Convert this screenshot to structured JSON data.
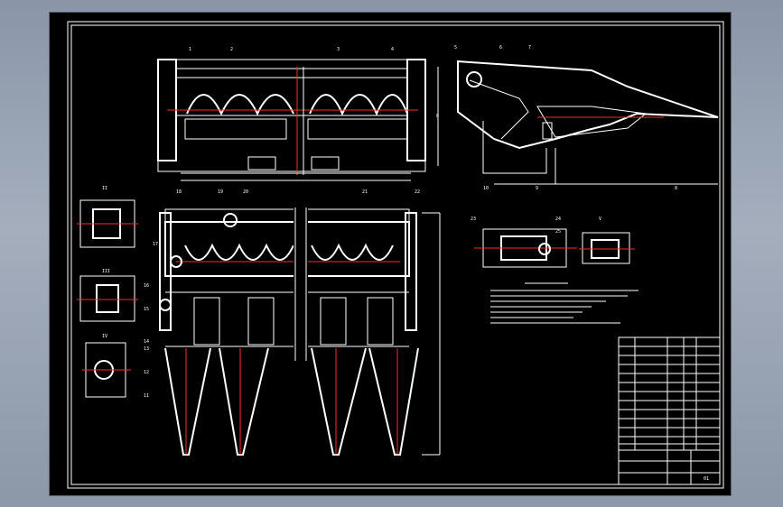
{
  "sheet": {
    "frame_color": "#ffffff",
    "paper_color": "#000000",
    "centerline_color": "#ff2a2a",
    "background_color": "#9aa5b5"
  },
  "front_view": {
    "callouts": [
      "1",
      "2",
      "3",
      "4"
    ],
    "section_mark": "8"
  },
  "side_view": {
    "callouts": [
      "5",
      "6",
      "7",
      "8",
      "9",
      "10"
    ]
  },
  "plan_view": {
    "callouts": [
      "11",
      "12",
      "13",
      "14",
      "15",
      "16",
      "17",
      "18",
      "19",
      "20",
      "21",
      "22"
    ]
  },
  "section_views": {
    "marks": [
      "II",
      "III",
      "IV",
      "V"
    ]
  },
  "detail_view": {
    "callouts": [
      "23",
      "24",
      "25"
    ]
  },
  "title_block": {
    "drawing_number": "01"
  }
}
